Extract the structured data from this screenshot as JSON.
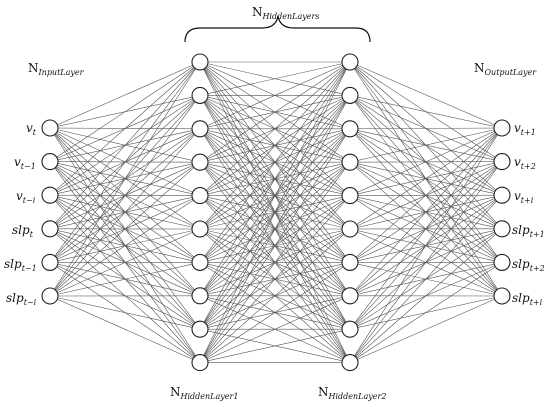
{
  "layers": {
    "input": {
      "title_main": "N",
      "title_sub": "InputLayer",
      "node_count": 6,
      "node_labels": [
        {
          "base": "v",
          "sub": "t"
        },
        {
          "base": "v",
          "sub": "t−1"
        },
        {
          "base": "v",
          "sub": "t−i"
        },
        {
          "base": "slp",
          "sub": "t"
        },
        {
          "base": "slp",
          "sub": "t−1"
        },
        {
          "base": "slp",
          "sub": "t−i"
        }
      ]
    },
    "hidden1": {
      "title_main": "N",
      "title_sub": "HiddenLayer1",
      "node_count": 10
    },
    "hidden2": {
      "title_main": "N",
      "title_sub": "HiddenLayer2",
      "node_count": 10
    },
    "output": {
      "title_main": "N",
      "title_sub": "OutputLayer",
      "node_count": 6,
      "node_labels": [
        {
          "base": "v",
          "sub": "t+1"
        },
        {
          "base": "v",
          "sub": "t+2"
        },
        {
          "base": "v",
          "sub": "t+i"
        },
        {
          "base": "slp",
          "sub": "t+1"
        },
        {
          "base": "slp",
          "sub": "t+2"
        },
        {
          "base": "slp",
          "sub": "t+i"
        }
      ]
    }
  },
  "hidden_group": {
    "title_main": "N",
    "title_sub": "HiddenLayers"
  },
  "colors": {
    "edge": "#555555",
    "node_stroke": "#222222",
    "node_fill": "#ffffff",
    "brace": "#111111"
  }
}
